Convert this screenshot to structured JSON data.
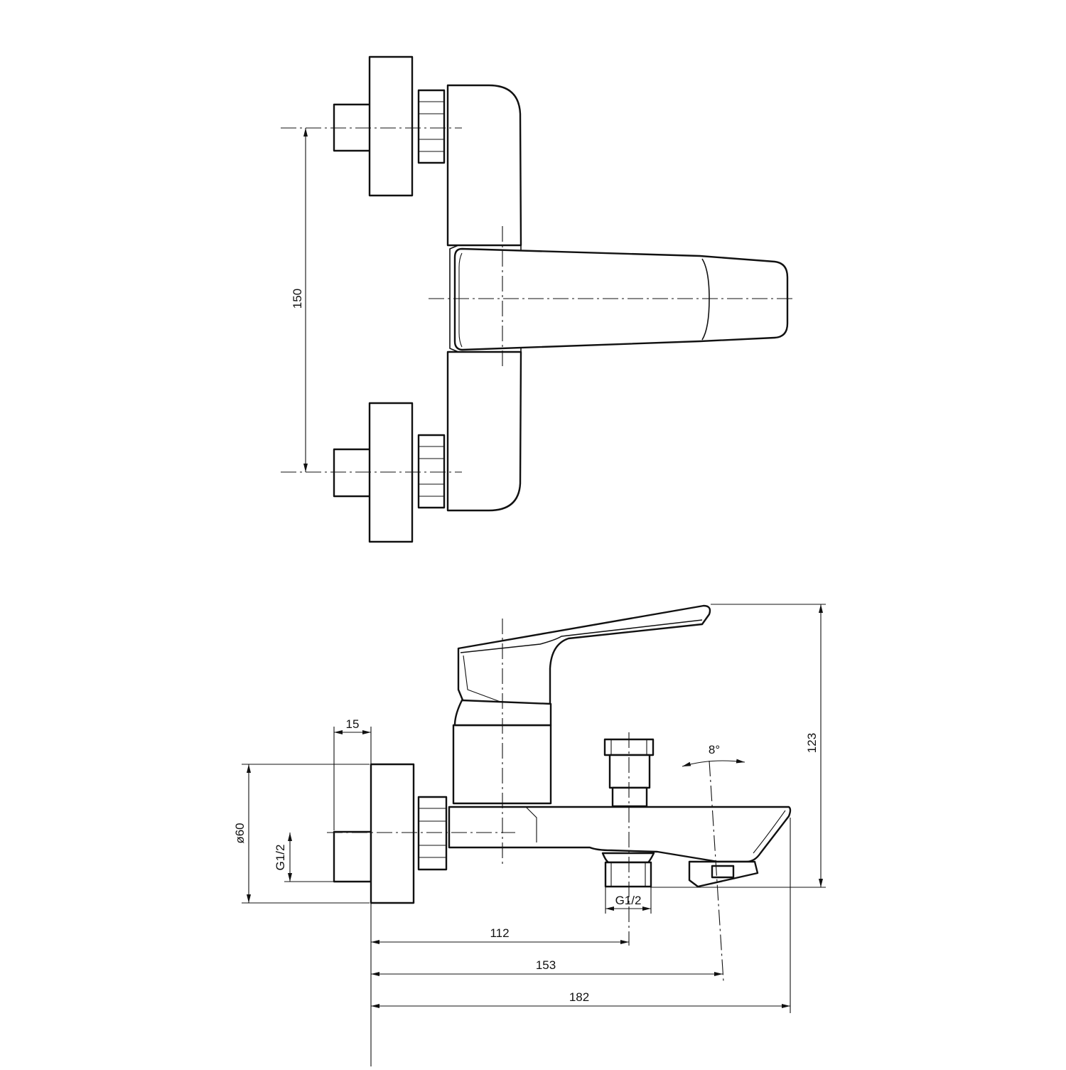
{
  "dimensions": {
    "inlet_spacing": "150",
    "escutcheon_depth": "15",
    "escutcheon_diameter": "ø60",
    "inlet_thread": "G1/2",
    "outlet_thread": "G1/2",
    "spout_angle": "8°",
    "overall_height": "123",
    "outlet_distance": "112",
    "spout_outlet_distance": "153",
    "overall_length": "182"
  }
}
